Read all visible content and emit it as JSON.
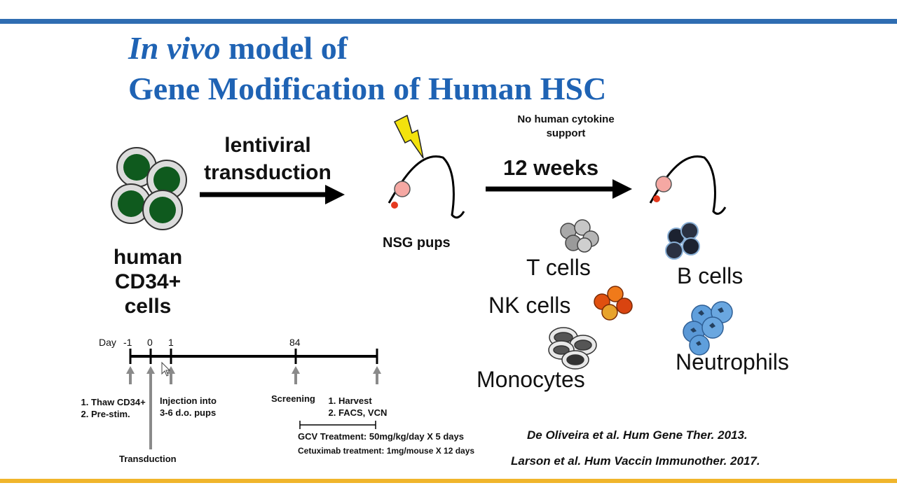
{
  "title": {
    "line1_italic": "In vivo",
    "line1_rest": "model of",
    "line2": "Gene Modification of Human HSC"
  },
  "flow": {
    "cells_label": [
      "human",
      "CD34+",
      "cells"
    ],
    "transduction_label": [
      "lentiviral",
      "transduction"
    ],
    "pups_label": "NSG pups",
    "cytokine_note": [
      "No human cytokine",
      "support"
    ],
    "duration_label": "12 weeks"
  },
  "cell_types": {
    "t_cells": "T cells",
    "nk_cells": "NK cells",
    "monocytes": "Monocytes",
    "b_cells": "B cells",
    "neutrophils": "Neutrophils"
  },
  "timeline": {
    "day_label": "Day",
    "ticks": [
      "-1",
      "0",
      "1",
      "84"
    ],
    "thaw_steps": [
      "Thaw CD34+",
      "Pre-stim."
    ],
    "injection": [
      "Injection into",
      "3-6 d.o. pups"
    ],
    "transduction": "Transduction",
    "screening": "Screening",
    "harvest_steps": [
      "Harvest",
      "FACS, VCN"
    ],
    "gcv_prefix": "GCV Treatment:",
    "gcv_dose": "50mg/kg/day X 5 days",
    "cetuximab": "Cetuximab treatment: 1mg/mouse X 12 days"
  },
  "references": [
    {
      "authors": "De Oliveira",
      "rest": "et al. Hum Gene Ther. 2013."
    },
    {
      "authors": "Larson et al.",
      "rest": "Hum Vaccin Immunother. 2017."
    }
  ],
  "colors": {
    "title": "#1f63b4",
    "top_bar": "#2f6db2",
    "bottom_bar": "#f0b52b",
    "hsc_nucleus": "#0f5a1e",
    "nk_cell": "#e0500f",
    "neutrophil": "#5f9fdc",
    "b_cell": "#1c2230",
    "t_cell": "#a9a9a9",
    "lightning": "#f3e20d"
  },
  "icons": [
    "mouse-icon",
    "lightning-icon",
    "hsc-cluster-icon",
    "t-cell-icon",
    "nk-cell-icon",
    "monocyte-icon",
    "b-cell-icon",
    "neutrophil-icon",
    "cursor-icon"
  ]
}
